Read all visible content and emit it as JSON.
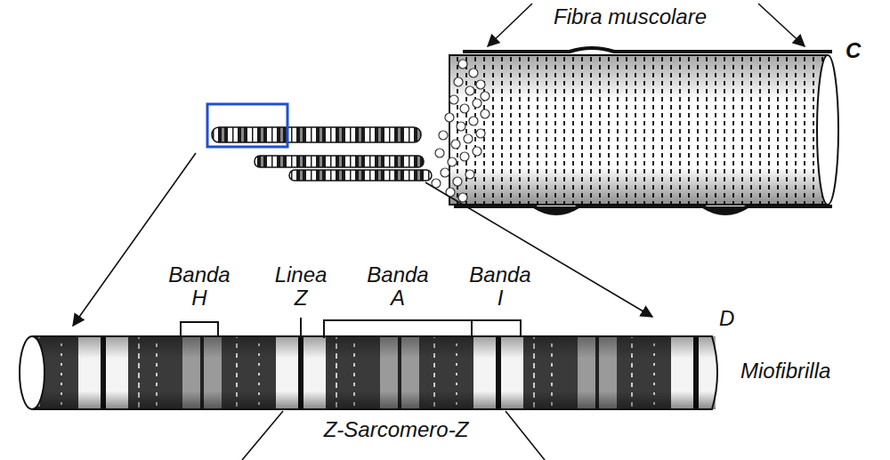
{
  "diagram": {
    "labels": [
      "Fibra muscolare",
      "C",
      "Banda H",
      "Linea Z",
      "Banda A",
      "Banda I",
      "D",
      "Miofibrilla",
      "Z-Sarcomero-Z"
    ]
  }
}
